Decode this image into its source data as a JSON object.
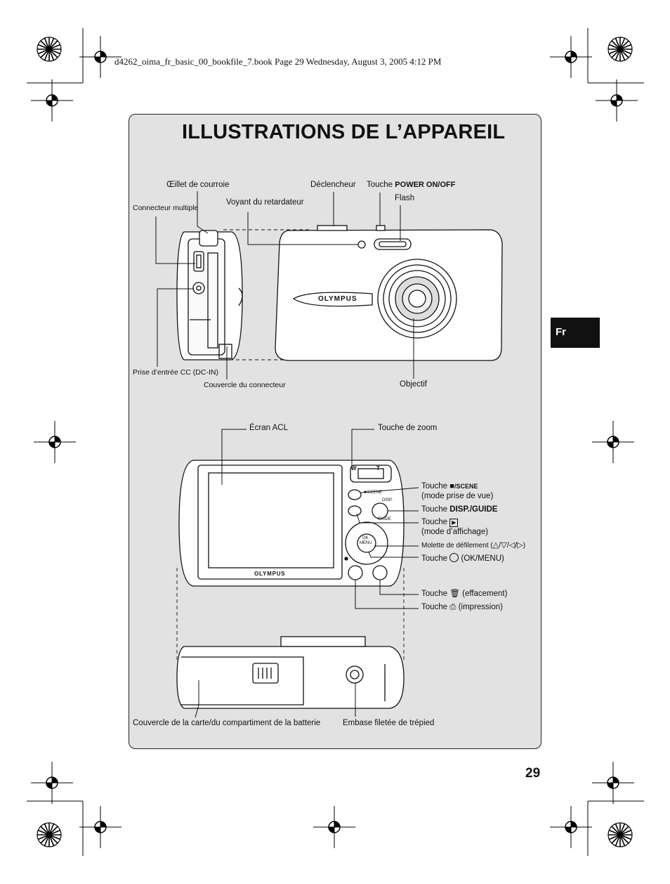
{
  "header": {
    "file_line": "d4262_oima_fr_basic_00_bookfile_7.book  Page 29  Wednesday, August 3, 2005  4:12 PM"
  },
  "title": "ILLUSTRATIONS DE L’APPAREIL",
  "lang_tab": "Fr",
  "page_number": "29",
  "brand": "OLYMPUS",
  "camera_front": {
    "oeillet": "Œillet de courroie",
    "connecteur_multiple": "Connecteur multiple",
    "voyant": "Voyant du retardateur",
    "declencheur": "Déclencheur",
    "power_prefix": "Touche",
    "power_key": "POWER ON/OFF",
    "flash": "Flash",
    "prise_cc": "Prise d’entrée CC (DC-IN)",
    "couvercle_connecteur": "Couvercle du connecteur",
    "objectif": "Objectif"
  },
  "camera_back": {
    "ecran": "Écran ACL",
    "zoom": "Touche de zoom",
    "shoot_prefix": "Touche",
    "shoot_key": "/SCENE",
    "shoot_desc": "(mode prise de vue)",
    "disp_prefix": "Touche",
    "disp_key": "DISP./GUIDE",
    "play_prefix": "Touche",
    "play_desc": "(mode d’affichage)",
    "molette_prefix": "Molette de défilement (",
    "molette_arrows": "△/▽/◁/▷",
    "molette_suffix": ")",
    "ok_prefix": "Touche",
    "ok_suffix": "(OK/MENU)",
    "erase_prefix": "Touche",
    "erase_suffix": "(effacement)",
    "print_prefix": "Touche",
    "print_suffix": "(impression)",
    "zoom_w": "W",
    "zoom_t": "T",
    "btn_scene": "SCENE",
    "btn_disp": "DISP.",
    "btn_guide": "GUIDE",
    "btn_ok": "OK",
    "btn_menu": "MENU"
  },
  "camera_bottom": {
    "couvercle_carte": "Couvercle de la carte/du compartiment de la batterie",
    "embase": "Embase filetée de trépied"
  }
}
